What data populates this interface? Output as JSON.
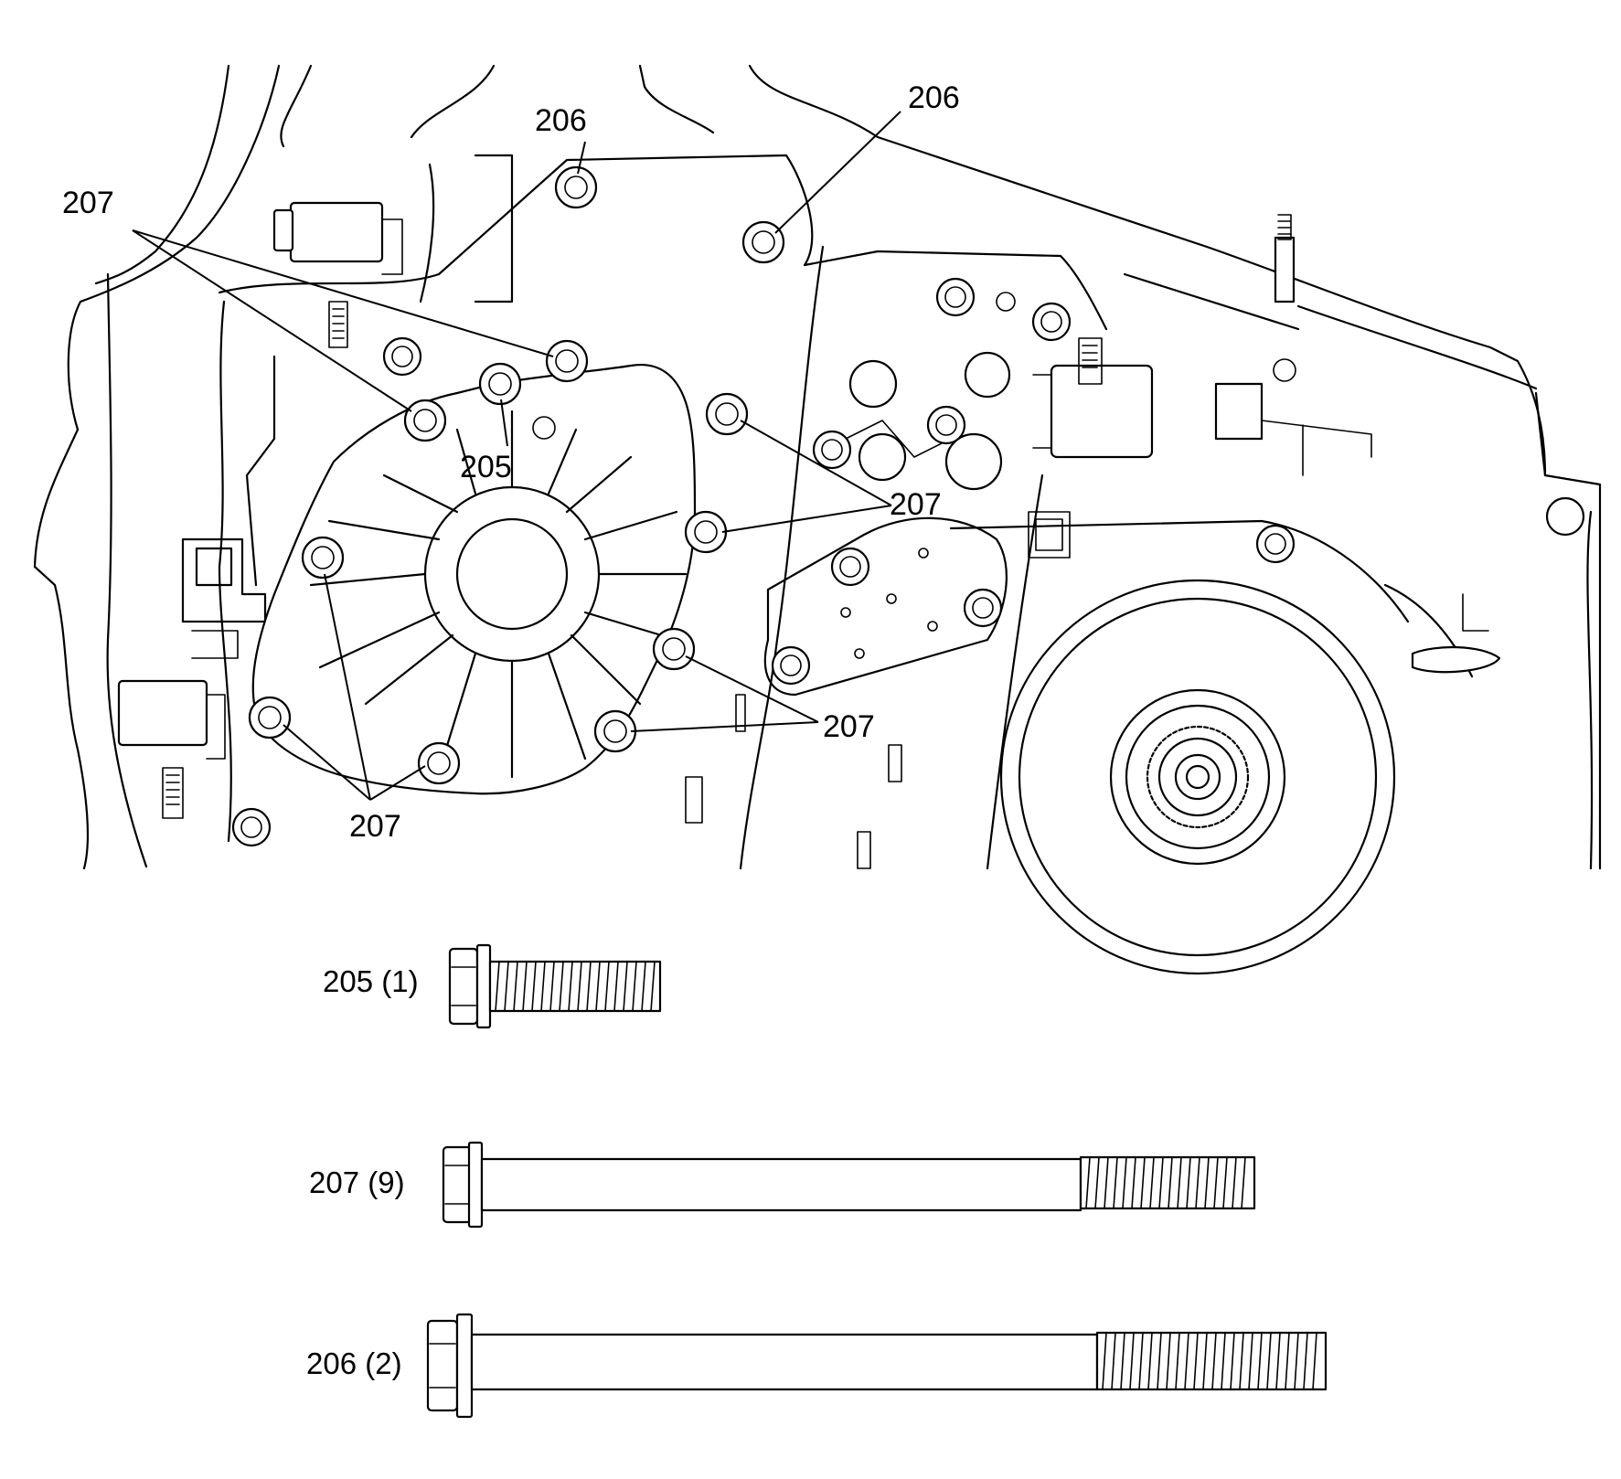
{
  "callouts": {
    "bolt_205": "205",
    "bolt_206_top": "206",
    "bolt_206_upper": "206",
    "bolt_207_upper_left": "207",
    "bolt_207_right": "207",
    "bolt_207_lower_right": "207",
    "bolt_207_lower_left": "207"
  },
  "legend": {
    "bolt_205": "205 (1)",
    "bolt_207": "207 (9)",
    "bolt_206": "206 (2)"
  },
  "icons": {
    "case_view": "transmission-case-valve-body-icon",
    "bolt_short": "short-flange-bolt-icon",
    "bolt_medium": "medium-flange-bolt-icon",
    "bolt_long": "long-flange-bolt-icon"
  }
}
